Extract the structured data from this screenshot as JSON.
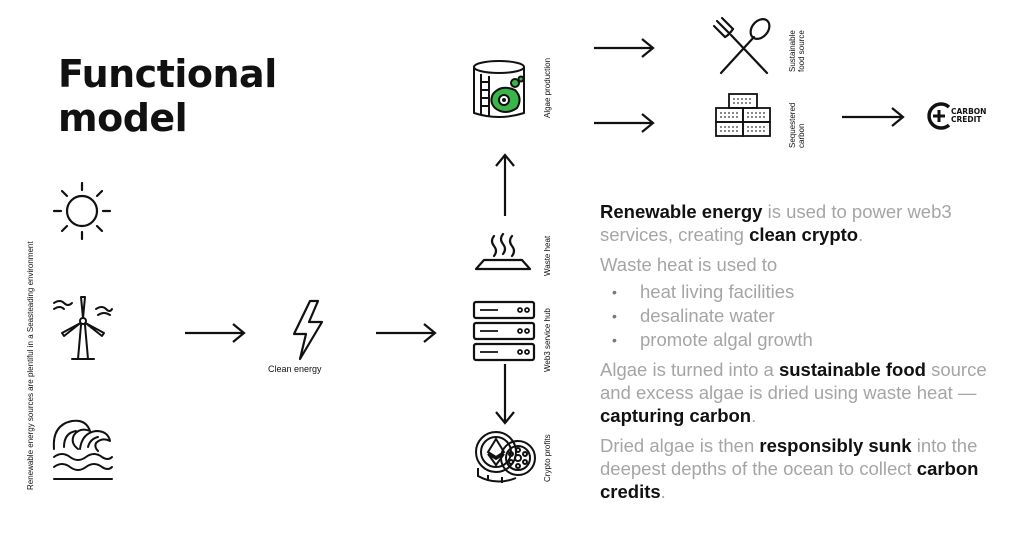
{
  "title": "Functional model",
  "left_label": "Renewable energy sources are plentiful in a Seasteading environment",
  "clean_energy": "Clean energy",
  "algae_production": "Algae production",
  "waste_heat": "Waste heat",
  "web3_hub": "Web3 service hub",
  "crypto_profits": "Crypto profits",
  "food_source_line1": "Sustainable",
  "food_source_line2": "food source",
  "sequestered_line1": "Sequestered",
  "sequestered_line2": "carbon",
  "carbon_credit_line1": "CARBON",
  "carbon_credit_line2": "CREDIT",
  "text": {
    "p1_b1": "Renewable energy",
    "p1_t1": " is used to power web3 services, creating ",
    "p1_b2": "clean crypto",
    "p1_t2": ".",
    "p2": "Waste heat is used to",
    "bullets": [
      "heat living facilities",
      "desalinate water",
      "promote algal growth"
    ],
    "p3_t1": "Algae is turned into a ",
    "p3_b1": "sustainable food",
    "p3_t2": " source and excess algae is dried using waste heat — ",
    "p3_b2": "capturing carbon",
    "p3_t3": ".",
    "p4_t1": "Dried algae is then ",
    "p4_b1": "responsibly sunk",
    "p4_t2": " into the deepest depths of the ocean to collect ",
    "p4_b2": "carbon credits",
    "p4_t3": "."
  },
  "icons": [
    "sun-icon",
    "wind-turbine-icon",
    "waves-icon",
    "lightning-icon",
    "algae-tank-icon",
    "waste-heat-icon",
    "server-icon",
    "crypto-coins-icon",
    "fork-spoon-icon",
    "bricks-icon",
    "carbon-credit-icon"
  ]
}
